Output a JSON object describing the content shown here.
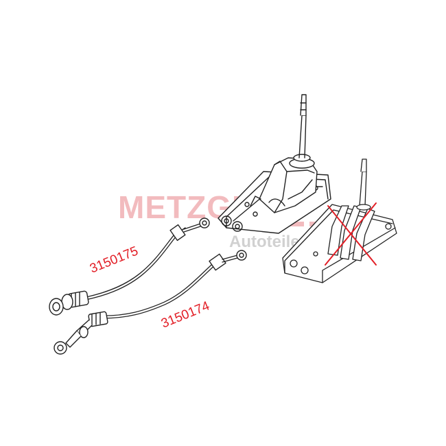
{
  "watermark": {
    "brand": "METZGER",
    "sub": "Autoteile",
    "brand_color": "#f2b8bb",
    "sub_color": "#cfcfcf"
  },
  "parts": [
    {
      "number": "3150175"
    },
    {
      "number": "3150174"
    }
  ],
  "colors": {
    "line": "#222222",
    "label": "#e21e26",
    "cross": "#e21e26"
  }
}
